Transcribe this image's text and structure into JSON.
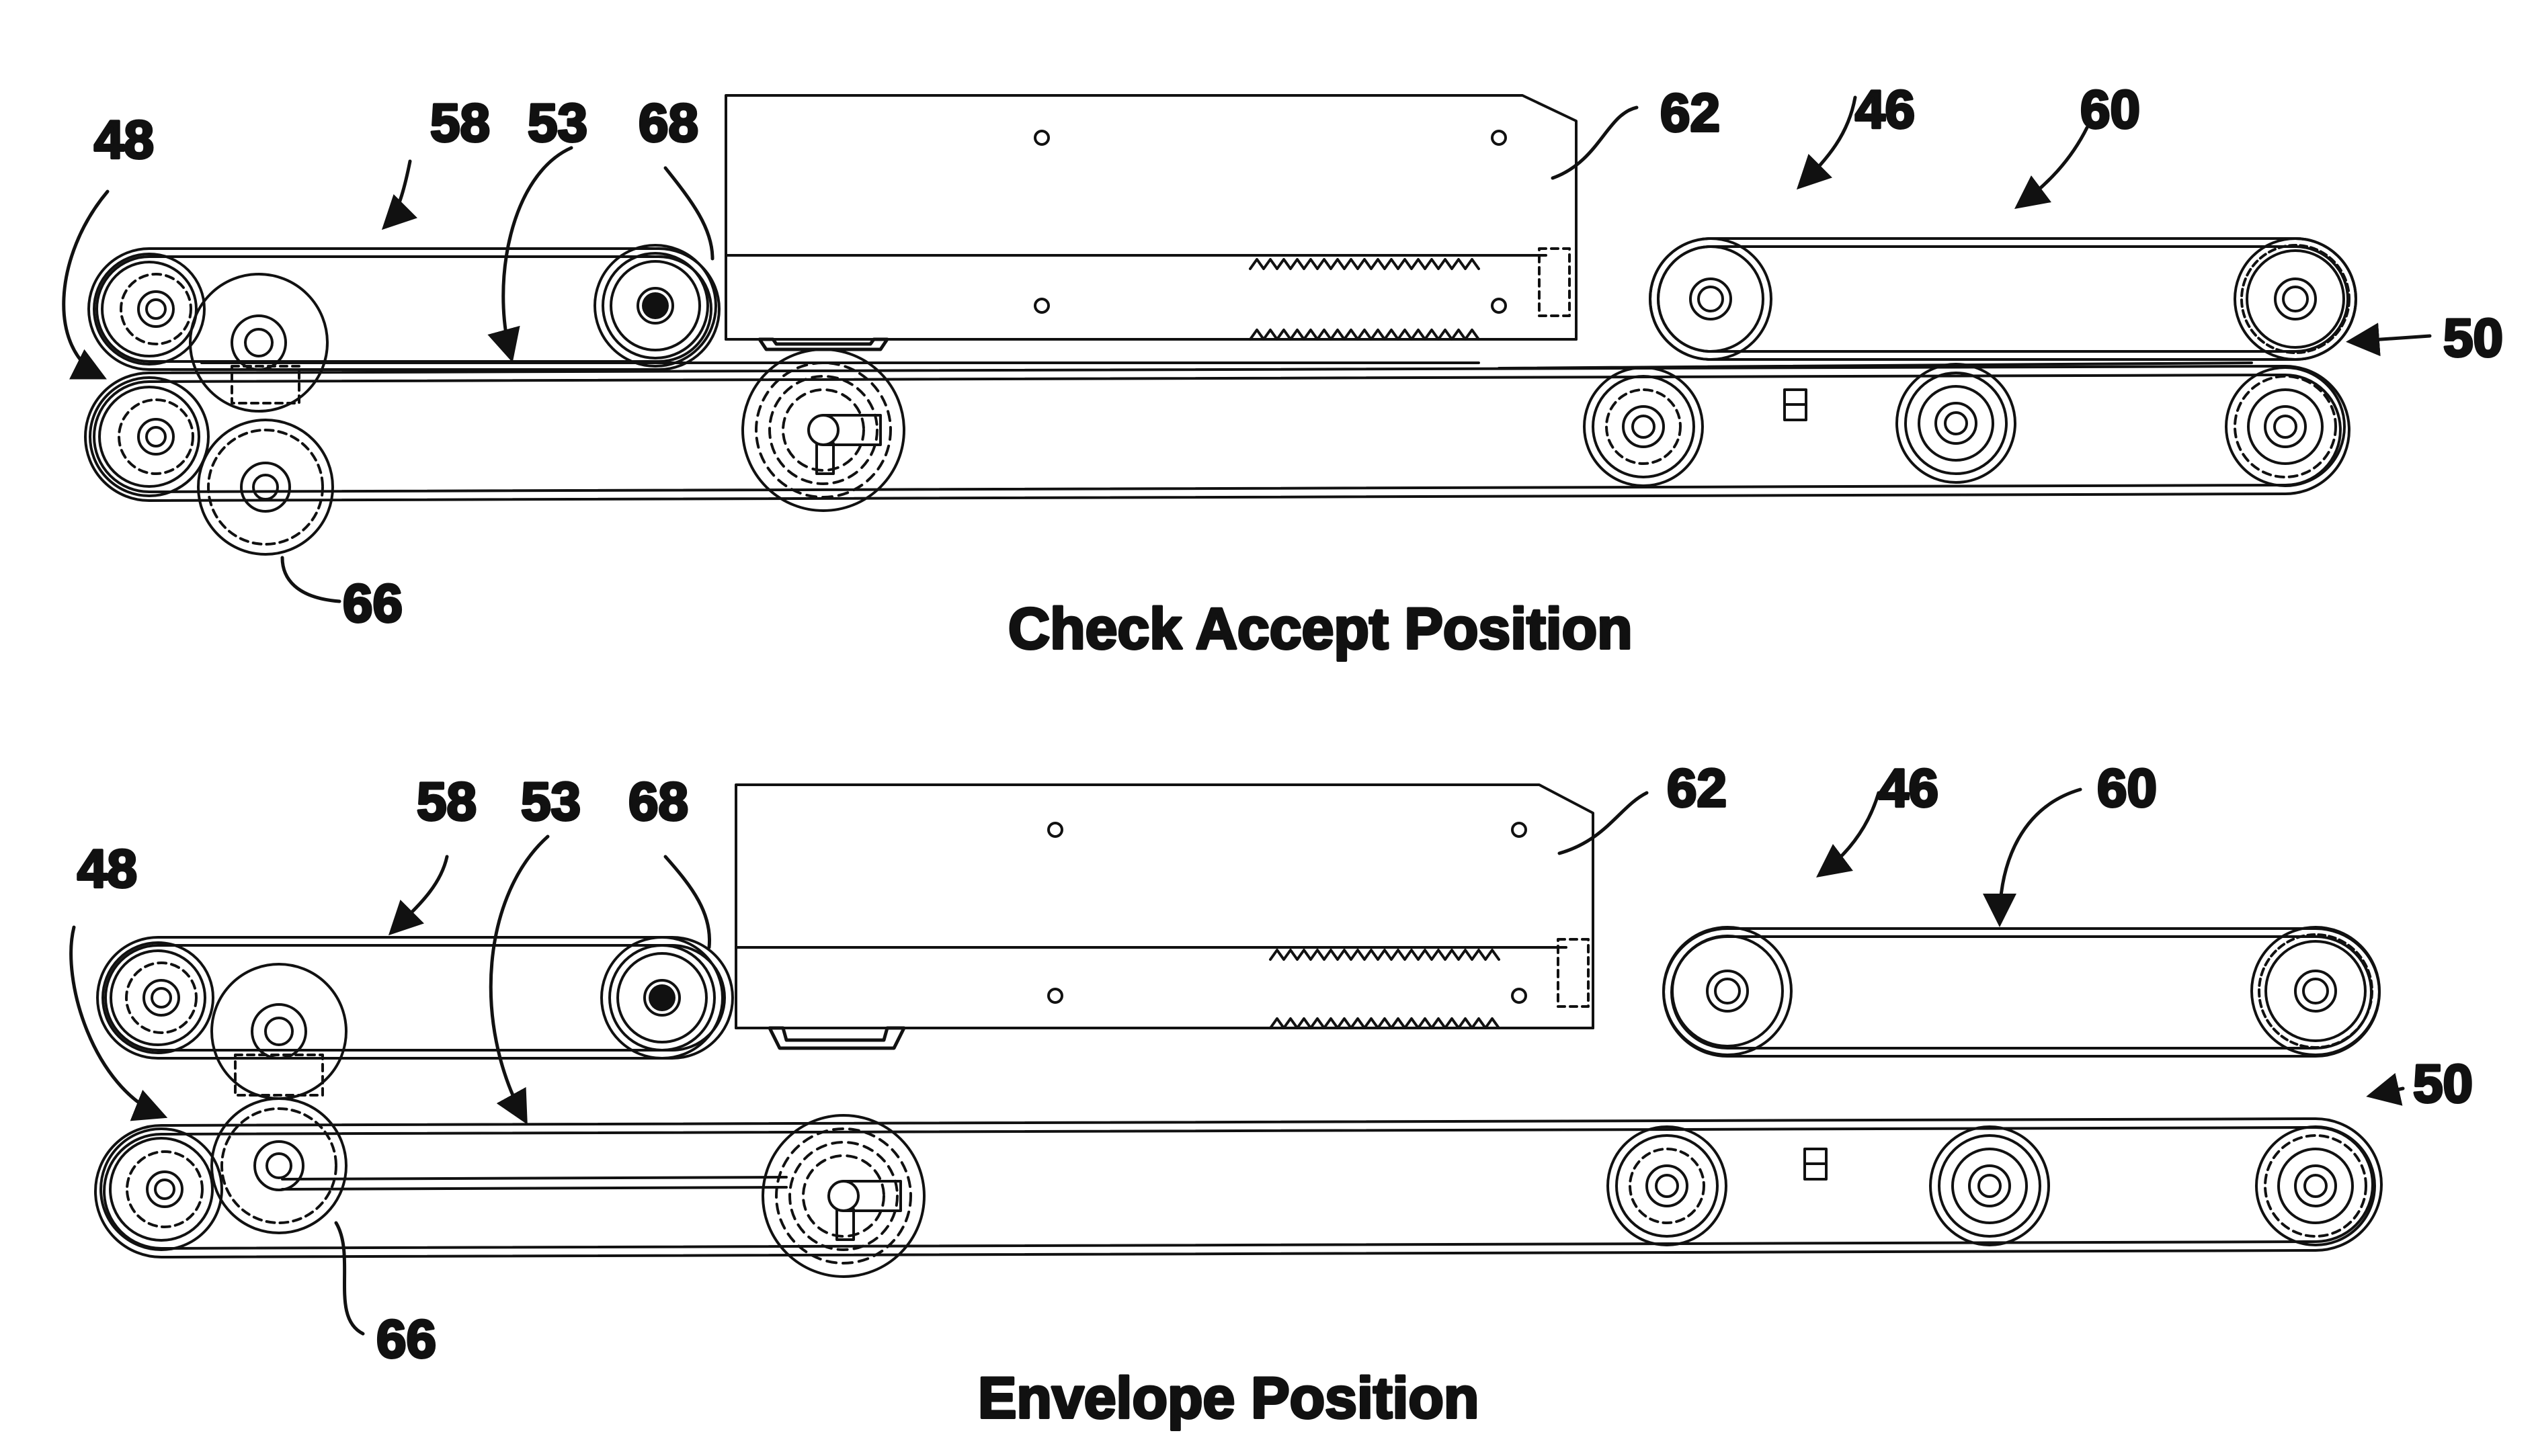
{
  "panels": [
    {
      "caption": "Check Accept Position",
      "refs": {
        "r48": "48",
        "r58": "58",
        "r53": "53",
        "r68": "68",
        "r62": "62",
        "r46": "46",
        "r60": "60",
        "r50": "50",
        "r66": "66"
      }
    },
    {
      "caption": "Envelope Position",
      "refs": {
        "r48": "48",
        "r58": "58",
        "r53": "53",
        "r68": "68",
        "r62": "62",
        "r46": "46",
        "r60": "60",
        "r50": "50",
        "r66": "66"
      }
    }
  ]
}
